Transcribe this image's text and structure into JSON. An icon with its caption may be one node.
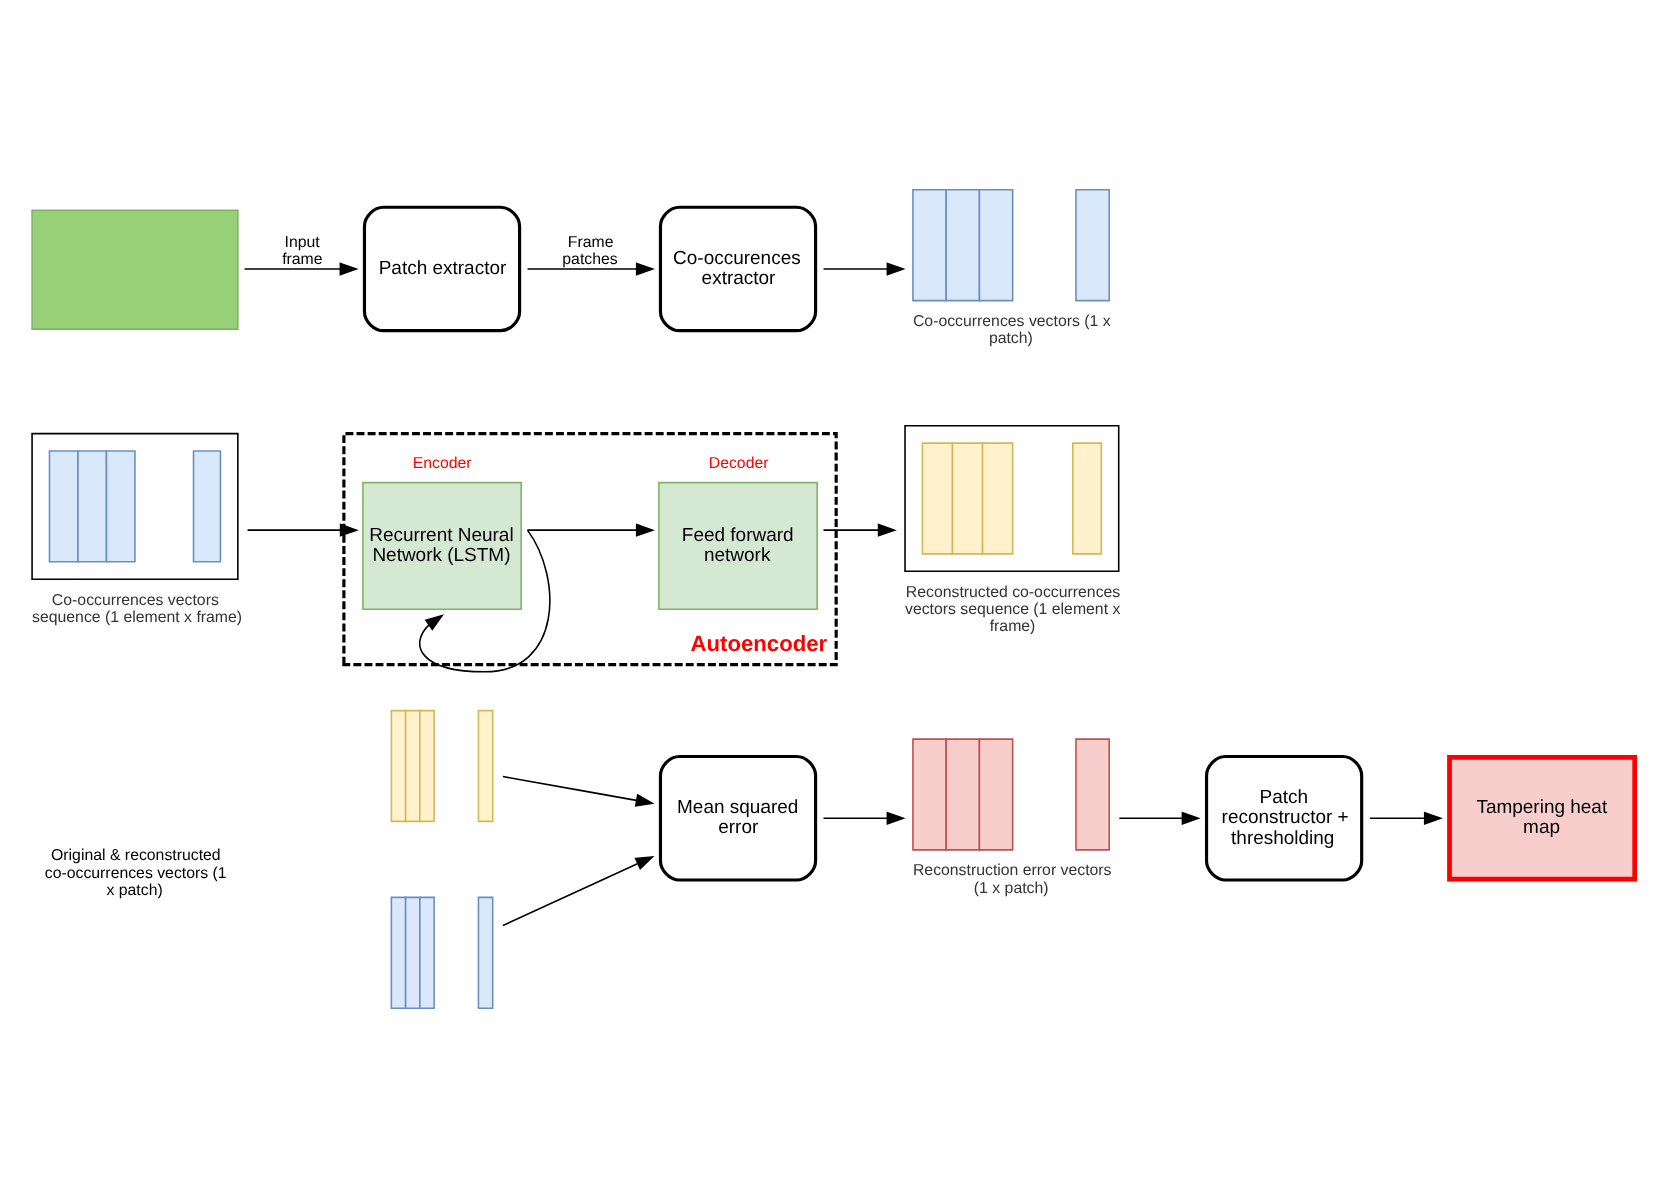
{
  "diagram": {
    "nodes": [
      {
        "text": [],
        "shape": "box"
      },
      {
        "text": [
          "Patch extractor"
        ]
      },
      {
        "text": [
          "Co-occurences extractor"
        ]
      },
      {
        "text": [],
        "shape": "box",
        "beside": [
          "Co-occurrences vectors (1 x patch)"
        ]
      },
      {
        "text": [],
        "shape": "box",
        "beside": [
          "Co-occurrences vectors sequence (1 element x frame)"
        ]
      },
      {
        "text": [
          "Autoencoder"
        ]
      },
      {
        "text": [
          "Recurrent Neural Network (LSTM)"
        ],
        "in": 5,
        "beside": [
          "Encoder"
        ]
      },
      {
        "text": [
          "Feed forward network"
        ],
        "in": 5,
        "beside": [
          "Decoder"
        ]
      },
      {
        "text": [],
        "shape": "box",
        "beside": [
          "Reconstructed co-occurrences vectors sequence (1 element x frame)"
        ]
      },
      {
        "text": [],
        "shape": "box"
      },
      {
        "text": [],
        "shape": "box"
      },
      {
        "text": [
          "Mean squared error"
        ]
      },
      {
        "text": [],
        "shape": "box",
        "beside": [
          "Reconstruction error vectors (1 x patch)"
        ]
      },
      {
        "text": [
          "Patch reconstructor + thresholding"
        ]
      },
      {
        "text": [
          "Tampering heat map"
        ]
      }
    ],
    "edges": [
      {
        "from": 0,
        "to": 1,
        "arrow": "to",
        "label": "Input frame"
      },
      {
        "from": 1,
        "to": 2,
        "arrow": "to",
        "label": "Frame patches"
      },
      {
        "from": 2,
        "to": 3,
        "arrow": "to"
      },
      {
        "from": 4,
        "to": 6,
        "arrow": "to"
      },
      {
        "from": 6,
        "to": 7,
        "arrow": "to"
      },
      {
        "from": 6,
        "to": 6,
        "arrow": "to"
      },
      {
        "from": 7,
        "to": 8,
        "arrow": "to"
      },
      {
        "from": 9,
        "to": 11,
        "arrow": "to"
      },
      {
        "from": 10,
        "to": 11,
        "arrow": "to"
      },
      {
        "from": 11,
        "to": 12,
        "arrow": "to"
      },
      {
        "from": 12,
        "to": 13,
        "arrow": "to"
      },
      {
        "from": 13,
        "to": 14,
        "arrow": "to"
      }
    ],
    "labels": [
      "Original & reconstructed co-occurrences vectors (1 x patch)"
    ]
  }
}
